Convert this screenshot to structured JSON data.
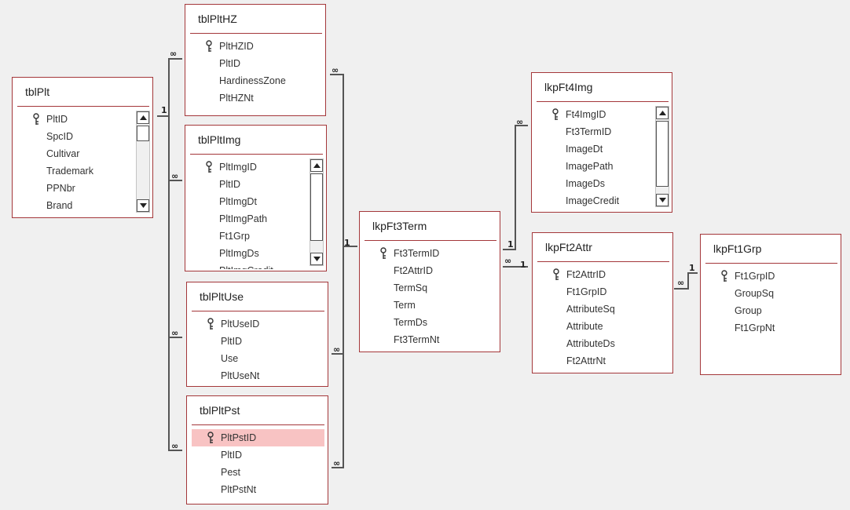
{
  "tables": [
    {
      "name": "tblPlt",
      "scroll": true,
      "fields": [
        {
          "label": "PltID",
          "key": true
        },
        {
          "label": "SpcID"
        },
        {
          "label": "Cultivar"
        },
        {
          "label": "Trademark"
        },
        {
          "label": "PPNbr"
        },
        {
          "label": "Brand"
        }
      ]
    },
    {
      "name": "tblPltHZ",
      "scroll": false,
      "fields": [
        {
          "label": "PltHZID",
          "key": true
        },
        {
          "label": "PltID"
        },
        {
          "label": "HardinessZone"
        },
        {
          "label": "PltHZNt"
        }
      ]
    },
    {
      "name": "tblPltImg",
      "scroll": true,
      "fields": [
        {
          "label": "PltImgID",
          "key": true
        },
        {
          "label": "PltID"
        },
        {
          "label": "PltImgDt"
        },
        {
          "label": "PltImgPath"
        },
        {
          "label": "Ft1Grp"
        },
        {
          "label": "PltImgDs"
        },
        {
          "label": "PltImgCredit"
        }
      ]
    },
    {
      "name": "tblPltUse",
      "scroll": false,
      "fields": [
        {
          "label": "PltUseID",
          "key": true
        },
        {
          "label": "PltID"
        },
        {
          "label": "Use"
        },
        {
          "label": "PltUseNt"
        }
      ]
    },
    {
      "name": "tblPltPst",
      "scroll": false,
      "fields": [
        {
          "label": "PltPstID",
          "key": true,
          "selected": true
        },
        {
          "label": "PltID"
        },
        {
          "label": "Pest"
        },
        {
          "label": "PltPstNt"
        }
      ]
    },
    {
      "name": "lkpFt3Term",
      "scroll": false,
      "fields": [
        {
          "label": "Ft3TermID",
          "key": true
        },
        {
          "label": "Ft2AttrID"
        },
        {
          "label": "TermSq"
        },
        {
          "label": "Term"
        },
        {
          "label": "TermDs"
        },
        {
          "label": "Ft3TermNt"
        }
      ]
    },
    {
      "name": "lkpFt4Img",
      "scroll": true,
      "fields": [
        {
          "label": "Ft4ImgID",
          "key": true
        },
        {
          "label": "Ft3TermID"
        },
        {
          "label": "ImageDt"
        },
        {
          "label": "ImagePath"
        },
        {
          "label": "ImageDs"
        },
        {
          "label": "ImageCredit"
        }
      ]
    },
    {
      "name": "lkpFt2Attr",
      "scroll": false,
      "fields": [
        {
          "label": "Ft2AttrID",
          "key": true
        },
        {
          "label": "Ft1GrpID"
        },
        {
          "label": "AttributeSq"
        },
        {
          "label": "Attribute"
        },
        {
          "label": "AttributeDs"
        },
        {
          "label": "Ft2AttrNt"
        }
      ]
    },
    {
      "name": "lkpFt1Grp",
      "scroll": false,
      "fields": [
        {
          "label": "Ft1GrpID",
          "key": true
        },
        {
          "label": "GroupSq"
        },
        {
          "label": "Group"
        },
        {
          "label": "Ft1GrpNt"
        }
      ]
    }
  ],
  "relationships": [
    {
      "from": "tblPlt.PltID",
      "to": "tblPltHZ.PltID",
      "one": "1",
      "many": "∞"
    },
    {
      "from": "tblPlt.PltID",
      "to": "tblPltImg.PltID",
      "one": "1",
      "many": "∞"
    },
    {
      "from": "tblPlt.PltID",
      "to": "tblPltUse.PltID",
      "one": "1",
      "many": "∞"
    },
    {
      "from": "tblPlt.PltID",
      "to": "tblPltPst.PltID",
      "one": "1",
      "many": "∞"
    },
    {
      "from": "lkpFt3Term",
      "to": "tblPltHZ",
      "one": "1",
      "many": "∞"
    },
    {
      "from": "lkpFt3Term",
      "to": "tblPltUse",
      "one": "1",
      "many": "∞"
    },
    {
      "from": "lkpFt3Term",
      "to": "tblPltPst",
      "one": "1",
      "many": "∞"
    },
    {
      "from": "lkpFt3Term.Ft3TermID",
      "to": "lkpFt4Img.Ft3TermID",
      "one": "1",
      "many": "∞"
    },
    {
      "from": "lkpFt2Attr.Ft2AttrID",
      "to": "lkpFt3Term.Ft2AttrID",
      "one": "1",
      "many": "∞"
    },
    {
      "from": "lkpFt1Grp.Ft1GrpID",
      "to": "lkpFt2Attr.Ft1GrpID",
      "one": "1",
      "many": "∞"
    }
  ],
  "colors": {
    "border": "#a4373a",
    "selected": "#f8c3c3",
    "background": "#f0f0f0",
    "line": "#555555"
  }
}
